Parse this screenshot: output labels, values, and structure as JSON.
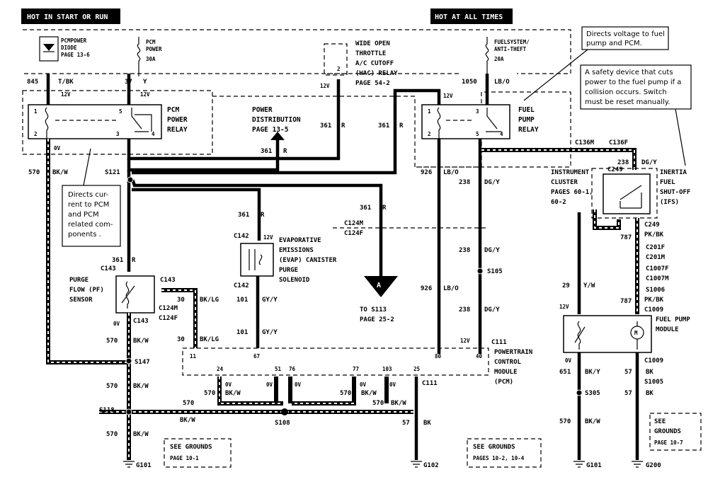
{
  "headers": {
    "start_run": "HOT IN START OR RUN",
    "hot_all_times": "HOT AT ALL TIMES"
  },
  "callouts": {
    "fuel_pump_relay_note": [
      "Directs voltage to fuel",
      "pump and PCM."
    ],
    "inertia_note": [
      "A safety device that cuts",
      "power to the fuel pump if a",
      "collision occurs. Switch",
      "must be reset manually."
    ],
    "pcm_relay_note": [
      "Directs cur-",
      "rent to PCM",
      "and PCM",
      "related com-",
      "ponents ."
    ]
  },
  "fuses": {
    "pcm_diode": [
      "PCMPOWER",
      "DIODE",
      "PAGE 13-6"
    ],
    "pcm_power": [
      "PCM",
      "POWER",
      "30A"
    ],
    "fuel_system": [
      "FUELSYSTEM/",
      "ANTI-THEFT",
      "20A"
    ]
  },
  "components": {
    "pcm_power_relay": [
      "PCM",
      "POWER",
      "RELAY"
    ],
    "power_distribution": [
      "POWER",
      "DISTRIBUTION",
      "PAGE 13-5"
    ],
    "wac_relay": [
      "WIDE OPEN",
      "THROTTLE",
      "A/C CUTOFF",
      "(WAC) RELAY",
      "PAGE 54-2"
    ],
    "fuel_pump_relay": [
      "FUEL",
      "PUMP",
      "RELAY"
    ],
    "instrument_cluster": [
      "INSTRUMENT",
      "CLUSTER",
      "PAGES 60-1,",
      "60-2"
    ],
    "inertia_switch": [
      "INERTIA",
      "FUEL",
      "SHUT-OFF",
      "(IFS)"
    ],
    "evap": [
      "EVAPORATIVE",
      "EMISSIONS",
      "(EVAP) CANISTER",
      "PURGE",
      "SOLENOID"
    ],
    "pf_sensor": [
      "PURGE",
      "FLOW (PF)",
      "SENSOR"
    ],
    "pcm": [
      "POWERTRAIN",
      "CONTROL",
      "MODULE",
      "(PCM)"
    ],
    "fuel_pump_module": [
      "FUEL PUMP",
      "MODULE"
    ],
    "to_s113": [
      "TO S113",
      "PAGE 25-2"
    ],
    "arrow_letter": "A"
  },
  "grounds": {
    "g101_note": [
      "SEE GROUNDS",
      "PAGE 10-1"
    ],
    "g102_note": [
      "SEE GROUNDS",
      "PAGES 10-2, 10-4"
    ],
    "g200_note": [
      "SEE",
      "GROUNDS",
      "PAGE 10-7"
    ],
    "g101": "G101",
    "g102": "G102",
    "g101b": "G101",
    "g200": "G200"
  },
  "wires": {
    "w845": "845",
    "w845c": "T/BK",
    "w37": "37",
    "w37c": "Y",
    "w1050": "1050",
    "w1050c": "LB/O",
    "w570a": "570",
    "w570ac": "BK/W",
    "w361a": "361",
    "w361ac": "R",
    "w361b": "361",
    "w361bc": "R",
    "w361c": "361",
    "w361cc": "R",
    "w361d": "361",
    "w361dc": "R",
    "w361e": "361",
    "w361ec": "R",
    "w361f": "361",
    "w361fc": "R",
    "w926a": "926",
    "w926ac": "LB/O",
    "w238a": "238",
    "w238ac": "DG/Y",
    "w238b": "238",
    "w238bc": "DG/Y",
    "w238c": "238",
    "w238cc": "DG/Y",
    "w238d": "238",
    "w238dc": "DG/Y",
    "w926b": "926",
    "w926bc": "LB/O",
    "w238e": "238",
    "w238ec": "DG/Y",
    "w787a": "787",
    "w787ac": "PK/BK",
    "w787b": "787",
    "w787bc": "PK/BK",
    "w29": "29",
    "w29c": "Y/W",
    "w30a": "30",
    "w30ac": "BK/LG",
    "w30b": "30",
    "w30bc": "BK/LG",
    "w101a": "101",
    "w101ac": "GY/Y",
    "w101b": "101",
    "w101bc": "GY/Y",
    "w570b": "570",
    "w570bc": "BK/W",
    "w570c": "570",
    "w570cc": "BK/W",
    "w570d": "570",
    "w570dc": "BK/W",
    "w570e": "570",
    "w570ec": "BK/W",
    "w570f": "570",
    "w570fc": "BK/W",
    "w570g": "570",
    "w570gc": "BK/W",
    "w570h": "570",
    "w570hc": "BK/W",
    "w57a": "57",
    "w57ac": "BK",
    "w57b": "57",
    "w57bc": "BK",
    "w57c": "57",
    "w57cc": "BK",
    "w651": "651",
    "w651c": "BK/Y",
    "w570i": "570",
    "w570ic": "BK/W"
  },
  "connectors": {
    "c121": "S121",
    "c136m": "C136M",
    "c136f": "C136F",
    "c249a": "C249",
    "c249b": "C249",
    "c201f": "C201F",
    "c201m": "C201M",
    "c1007f": "C1007F",
    "c1007m": "C1007M",
    "s1006": "S1006",
    "c1009a": "C1009",
    "c1009b": "C1009",
    "s1005": "S1005",
    "s305": "S305",
    "c142a": "C142",
    "c142b": "C142",
    "c143a": "C143",
    "c143b": "C143",
    "c143c": "C143",
    "c124m": "C124M",
    "c124f": "C124F",
    "c124m2": "C124M",
    "c124f2": "C124F",
    "s105": "S105",
    "c111a": "C111",
    "c111b": "C111",
    "s147": "S147",
    "s118": "S118",
    "s108": "S108"
  },
  "pins": {
    "r1a": "1",
    "r2a": "2",
    "r3a": "3",
    "r4a": "4",
    "r5a": "5",
    "r1b": "1",
    "r2b": "2",
    "r3b": "3",
    "r4b": "4",
    "r5b": "5",
    "wac2": "2",
    "p11": "11",
    "p67": "67",
    "p80": "80",
    "p40": "40",
    "p24": "24",
    "p51": "51",
    "p76": "76",
    "p77": "77",
    "p103": "103",
    "p25": "25"
  },
  "voltages": {
    "v12a": "12V",
    "v12b": "12V",
    "v12c": "12V",
    "v12d": "12V",
    "v12e": "12V",
    "v12f": "12V",
    "v0a": "0V",
    "v0b": "0V",
    "v0c": "0V",
    "v0d": "0V",
    "v0e": "0V",
    "v0f": "0V",
    "v0g": "0V",
    "v0h": "0V"
  }
}
